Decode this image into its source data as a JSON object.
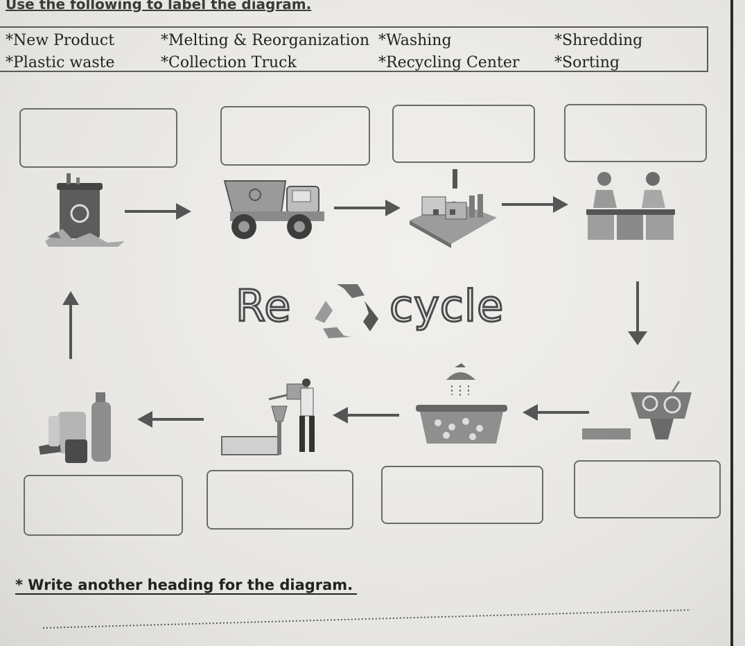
{
  "instruction": "Use the following to label the diagram.",
  "word_bank": {
    "row1": [
      "*New Product",
      "*Melting & Reorganization",
      "*Washing",
      "*Shredding"
    ],
    "row2": [
      "*Plastic waste",
      "*Collection Truck",
      "*Recycling Center",
      "*Sorting"
    ]
  },
  "center": {
    "left": "Re",
    "right": "cycle",
    "icon": "recycle-symbol-icon"
  },
  "top_row_icons": [
    "plastic-waste-bin-icon",
    "collection-truck-icon",
    "recycling-center-icon",
    "sorting-workers-icon"
  ],
  "bottom_row_icons": [
    "new-product-bottles-icon",
    "melting-machine-icon",
    "washing-tub-icon",
    "shredder-icon"
  ],
  "question": "* Write another heading for the diagram.",
  "answer_placeholder": "......................................................................................................................................................"
}
